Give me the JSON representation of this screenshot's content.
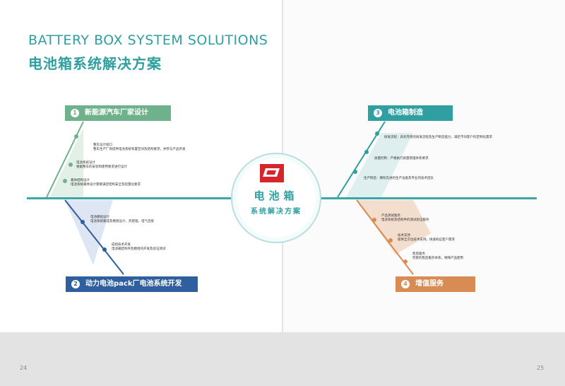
{
  "title_en": "BATTERY BOX SYSTEM SOLUTIONS",
  "title_zh": "电池箱系统解决方案",
  "center": {
    "logo_icon": "company-logo",
    "line1": "电池箱",
    "line2": "系统解决方案"
  },
  "branches": [
    {
      "num": "1",
      "label": "新能源汽车厂家设计",
      "color": "#6fb18a"
    },
    {
      "num": "2",
      "label": "动力电池pack厂电池系统开发",
      "color": "#2f5f9e"
    },
    {
      "num": "3",
      "label": "电池箱制造",
      "color": "#2f9fa1"
    },
    {
      "num": "4",
      "label": "增值服务",
      "color": "#d98b54"
    }
  ],
  "notes": {
    "b1": [
      {
        "head": "整车设计接口",
        "text": "整车生产厂商提供电池系统布置空间及结构要求，并参与产品开发"
      },
      {
        "head": "电池系统设计",
        "text": "根据整车的安装和使用要求进行设计"
      },
      {
        "head": "箱体结构设计",
        "text": "电池系统箱体设计需要满足结构安全及轻量化要求"
      }
    ],
    "b2": [
      {
        "head": "电池模组设计",
        "text": "电池系统集成及模组设计，热管理、电气连接"
      },
      {
        "head": "成组技术开发",
        "text": "电池箱结构件及模组的开发及验证测试"
      }
    ],
    "b3": [
      {
        "head": "研发流程",
        "text": "具有完善的研发流程及生产制造能力，满足不同客户的定制化需求"
      },
      {
        "head": "质量控制",
        "text": "严格执行质量管理体系要求"
      },
      {
        "head": "生产制造",
        "text": "拥有先进的生产设备及专业的技术团队"
      }
    ],
    "b4": [
      {
        "head": "产品测试服务",
        "text": "电池系统及结构件的测试验证服务"
      },
      {
        "head": "技术支持",
        "text": "提供全方位技术支持，快速响应客户需求"
      },
      {
        "head": "售后服务",
        "text": "完善的售后服务体系，保障产品使用"
      }
    ]
  },
  "page_numbers": {
    "left": "24",
    "right": "25"
  }
}
